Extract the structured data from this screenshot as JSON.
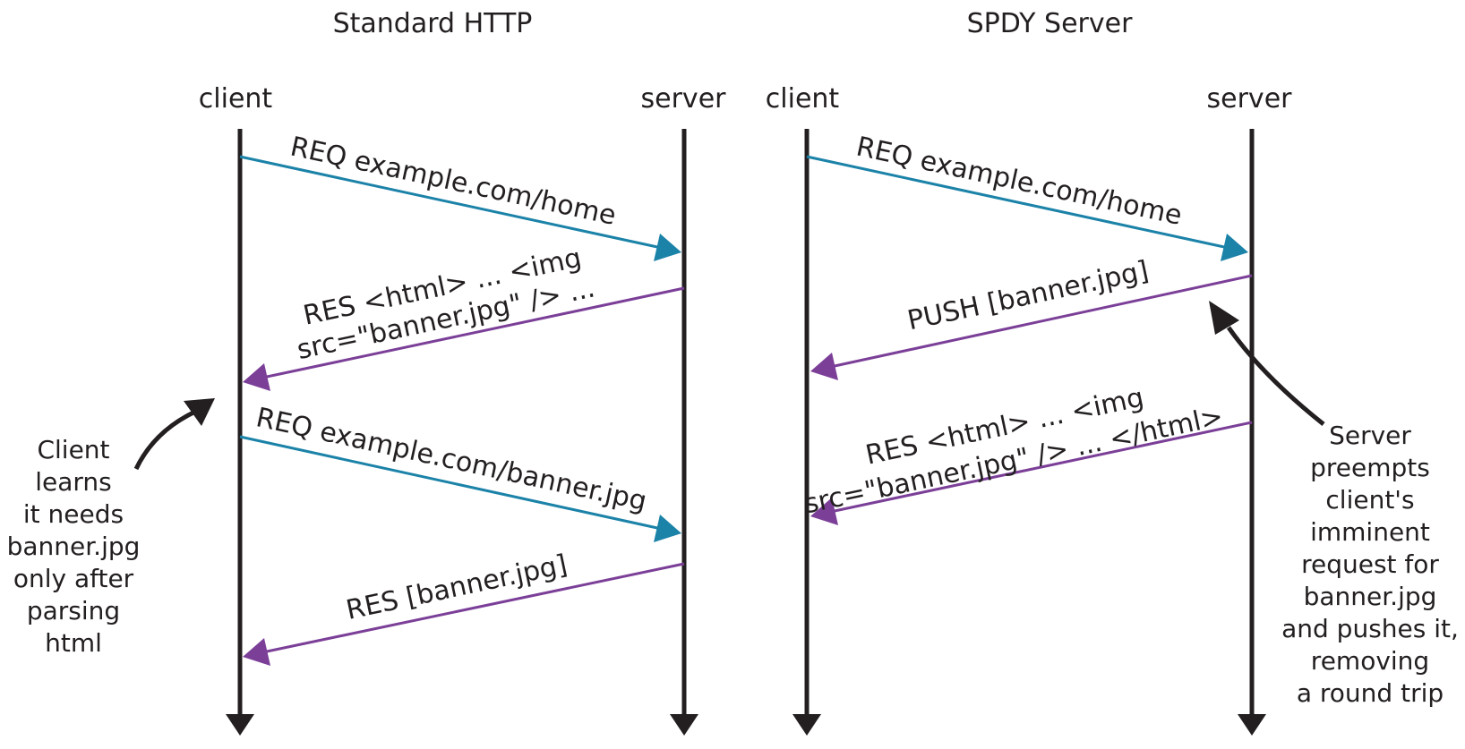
{
  "panels": {
    "left": {
      "title": "Standard HTTP",
      "client_label": "client",
      "server_label": "server",
      "messages": {
        "req_home": "REQ example.com/home",
        "res_html_line1": "RES <html> ... <img",
        "res_html_line2": "src=\"banner.jpg\" /> ...",
        "req_banner": "REQ example.com/banner.jpg",
        "res_banner": "RES [banner.jpg]"
      },
      "annotation": [
        "Client",
        "learns",
        "it needs",
        "banner.jpg",
        "only after",
        "parsing",
        "html"
      ]
    },
    "right": {
      "title": "SPDY Server",
      "client_label": "client",
      "server_label": "server",
      "messages": {
        "req_home": "REQ example.com/home",
        "push_banner": "PUSH [banner.jpg]",
        "res_html_line1": "RES <html> ... <img",
        "res_html_line2": "src=\"banner.jpg\" /> ... </html>"
      },
      "annotation": [
        "Server",
        "preempts",
        "client's",
        "imminent",
        "request for",
        "banner.jpg",
        "and pushes it,",
        "removing",
        "a round trip"
      ]
    }
  },
  "colors": {
    "request": "#1b82a8",
    "response": "#7b3f98",
    "lifeline": "#231f20",
    "text": "#231f20"
  }
}
